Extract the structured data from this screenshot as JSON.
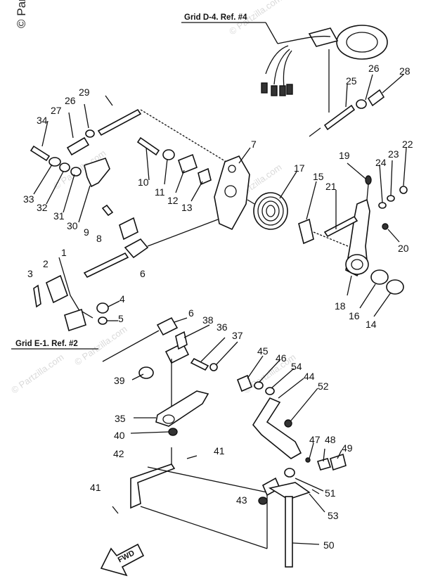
{
  "copyright": "© Parzi",
  "watermark": "© Partzilla.com",
  "refs": [
    {
      "id": "grid-d4",
      "text": "Grid D-4. Ref. #4"
    },
    {
      "id": "grid-e1",
      "text": "Grid E-1. Ref. #2"
    }
  ],
  "fwd_label": "FWD",
  "part_numbers": [
    "1",
    "2",
    "3",
    "4",
    "5",
    "6",
    "6",
    "7",
    "8",
    "9",
    "10",
    "11",
    "12",
    "13",
    "14",
    "15",
    "16",
    "17",
    "18",
    "19",
    "20",
    "21",
    "22",
    "23",
    "24",
    "25",
    "26",
    "26",
    "27",
    "28",
    "29",
    "30",
    "31",
    "32",
    "33",
    "34",
    "35",
    "36",
    "37",
    "38",
    "39",
    "40",
    "41",
    "41",
    "42",
    "43",
    "44",
    "45",
    "46",
    "47",
    "48",
    "49",
    "50",
    "51",
    "52",
    "53",
    "54"
  ]
}
